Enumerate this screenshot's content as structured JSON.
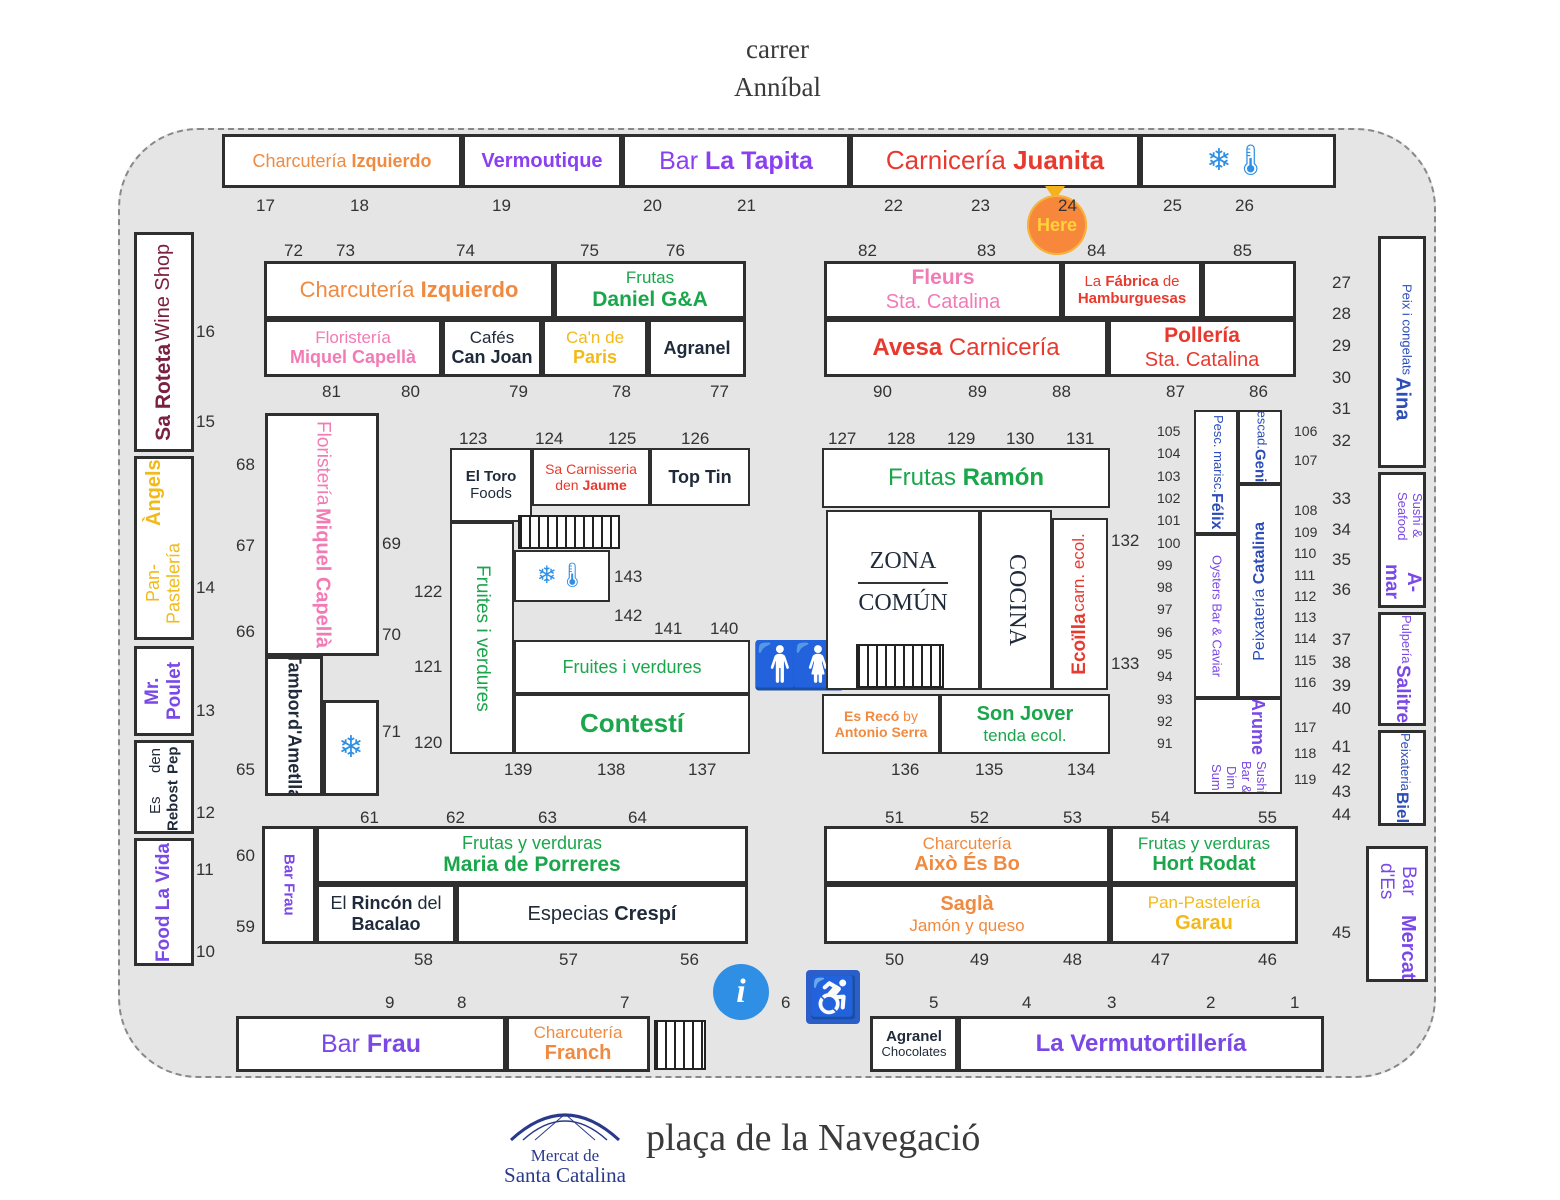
{
  "streets": {
    "top_line1": "carrer",
    "top_line2": "Anníbal",
    "bottom": "plaça de la Navegació"
  },
  "logo": {
    "line1": "Mercat de",
    "line2": "Santa Catalina"
  },
  "here_marker": {
    "label": "Here",
    "stall": "24"
  },
  "icons": {
    "info": "info-icon",
    "accessibility": "wheelchair-icon",
    "restroom_men": "man-restroom-icon",
    "restroom_women": "woman-restroom-icon",
    "cold_storage": "snowflake-thermometer-icon"
  },
  "colors": {
    "orange": "#f08a40",
    "purple": "#8a3ff0",
    "green": "#1aa64a",
    "pink": "#f27ab5",
    "red": "#e8392f",
    "blue": "#2d4db8",
    "yellow": "#f2b91a",
    "here": "#f7873a",
    "info": "#2f8fe4"
  },
  "stalls": {
    "top_row": {
      "izq_a": "Charcutería ",
      "izq_b": "Izquierdo",
      "vermoutique": "Vermoutique",
      "tapita_a": "Bar ",
      "tapita_b": "La Tapita",
      "juanita_a": "Carnicería ",
      "juanita_b": "Juanita"
    },
    "left_col": {
      "roteta_a": "Sa Roteta",
      "roteta_b": "Wine Shop",
      "angels_a": "Pan-Pastelería",
      "angels_b": "Àngels",
      "poulet": "Mr. Poulet",
      "rebost_a": "Es ",
      "rebost_b": "Rebost",
      "rebost_c": "den ",
      "rebost_d": "Pep",
      "foodvida": "Food La Vida"
    },
    "right_col": {
      "aina_a": "Peix i congelats",
      "aina_b": "Aina",
      "amar_a": "A-mar",
      "amar_b": "Sushi & Seafood",
      "salitre_a": "Salitre",
      "salitre_b": "Pulpería",
      "biel_a": "Peixateria",
      "biel_b": "Biel",
      "mercat_a": "Bar d'Es",
      "mercat_b": "Mercat"
    },
    "nw_block": {
      "izq_a": "Charcutería ",
      "izq_b": "Izquierdo",
      "daniel_a": "Frutas",
      "daniel_b": "Daniel G&A",
      "miquel_a": "Floristería",
      "miquel_b": "Miquel Capellà",
      "canjoan_a": "Cafés",
      "canjoan_b": "Can Joan",
      "paris_a": "Ca'n de",
      "paris_b": "Paris",
      "agranel": "Agranel"
    },
    "ne_block": {
      "fleurs_a": "Fleurs",
      "fleurs_b": "Sta. Catalina",
      "fabrica_a": "La ",
      "fabrica_b": "Fábrica",
      "fabrica_c": " de",
      "fabrica_d": "Hamburguesas",
      "avesa_a": "Avesa ",
      "avesa_b": "Carnicería",
      "polleria_a": "Pollería",
      "polleria_b": "Sta. Catalina"
    },
    "west_center": {
      "miquel_a": "Floristería",
      "miquel_b": "Miquel Capellà",
      "tambor_a": "Tambor",
      "tambor_b": "d'Ametlla"
    },
    "center_left": {
      "toro_a": "El Toro",
      "toro_b": "Foods",
      "jaume_a": "Sa Carnisseria",
      "jaume_b": "den ",
      "jaume_c": "Jaume",
      "toptin": "Top Tin",
      "fruites_v": "Fruites i verdures",
      "fruites_h": "Fruites i verdures",
      "contesti": "Contestí"
    },
    "center_right": {
      "ramon_a": "Frutas ",
      "ramon_b": "Ramón",
      "zona_a": "ZONA",
      "zona_b": "COMÚN",
      "cocina": "COCINA",
      "ecoilla_a": "Ecoïlla",
      "ecoilla_b": "carn. ecol.",
      "esreco_a": "Es Recó",
      "esreco_b": " by",
      "esreco_c": "Antonio Serra",
      "sonjover_a": "Son Jover",
      "sonjover_b": "tenda ecol."
    },
    "east_block": {
      "felix_a": "Pesc. marisc.",
      "felix_b": "Félix",
      "genio_a": "Pescad.",
      "genio_b": "Genió",
      "catalina_a": "Peixatería ",
      "catalina_b": "Catalina",
      "oysters": "Oysters Bar & Caviar",
      "arume_a": "Arume",
      "arume_b": "Sushi Bar & Dim Sum"
    },
    "sw_block": {
      "barfrau": "Bar Frau",
      "porreres_a": "Frutas y verduras",
      "porreres_b": "Maria de Porreres",
      "rincon_a": "El ",
      "rincon_b": "Rincón",
      "rincon_c": " del",
      "rincon_d": "Bacalao",
      "crespi_a": "Especias ",
      "crespi_b": "Crespí"
    },
    "se_block": {
      "aixo_a": "Charcutería",
      "aixo_b": "Això És Bo",
      "hort_a": "Frutas y verduras",
      "hort_b": "Hort Rodat",
      "sagla_a": "Saglà",
      "sagla_b": "Jamón y queso",
      "garau_a": "Pan-Pastelería",
      "garau_b": "Garau"
    },
    "bottom_row": {
      "frau_a": "Bar ",
      "frau_b": "Frau",
      "franch_a": "Charcutería",
      "franch_b": "Franch",
      "agranel_a": "Agranel",
      "agranel_b": "Chocolates",
      "vermutortilleria": "La Vermutortillería"
    }
  },
  "numbers": {
    "top": [
      "17",
      "18",
      "19",
      "20",
      "21",
      "22",
      "23",
      "24",
      "25",
      "26"
    ],
    "nw_top": [
      "72",
      "73",
      "74",
      "75",
      "76"
    ],
    "ne_top": [
      "82",
      "83",
      "84",
      "85"
    ],
    "nw_bottom": [
      "81",
      "80",
      "79",
      "78",
      "77"
    ],
    "ne_bottom": [
      "90",
      "89",
      "88",
      "87",
      "86"
    ],
    "left": [
      "16",
      "15",
      "14",
      "13",
      "12",
      "11",
      "10"
    ],
    "west_center": [
      "68",
      "67",
      "66",
      "65",
      "69",
      "70",
      "71"
    ],
    "center_left_top": [
      "123",
      "124",
      "125",
      "126"
    ],
    "center_left_side": [
      "122",
      "121",
      "120"
    ],
    "center_left_bottom": [
      "139",
      "138",
      "137"
    ],
    "center_left_inner": [
      "143",
      "142",
      "141",
      "140"
    ],
    "center_right_top": [
      "127",
      "128",
      "129",
      "130",
      "131"
    ],
    "center_right_side": [
      "132",
      "133"
    ],
    "center_right_bottom": [
      "136",
      "135",
      "134"
    ],
    "east_left": [
      "105",
      "104",
      "103",
      "102",
      "101",
      "100",
      "99",
      "98",
      "97",
      "96",
      "95",
      "94",
      "93",
      "92",
      "91"
    ],
    "east_right": [
      "106",
      "107",
      "108",
      "109",
      "110",
      "111",
      "112",
      "113",
      "114",
      "115",
      "116",
      "117",
      "118",
      "119"
    ],
    "right": [
      "27",
      "28",
      "29",
      "30",
      "31",
      "32",
      "33",
      "34",
      "35",
      "36",
      "37",
      "38",
      "39",
      "40",
      "41",
      "42",
      "43",
      "44",
      "45"
    ],
    "sw_top": [
      "61",
      "62",
      "63",
      "64"
    ],
    "se_top": [
      "51",
      "52",
      "53",
      "54",
      "55"
    ],
    "sw_side": [
      "60",
      "59"
    ],
    "sw_bottom": [
      "58",
      "57",
      "56"
    ],
    "se_bottom": [
      "50",
      "49",
      "48",
      "47",
      "46"
    ],
    "bottom": [
      "9",
      "8",
      "7",
      "6",
      "5",
      "4",
      "3",
      "2",
      "1"
    ]
  }
}
